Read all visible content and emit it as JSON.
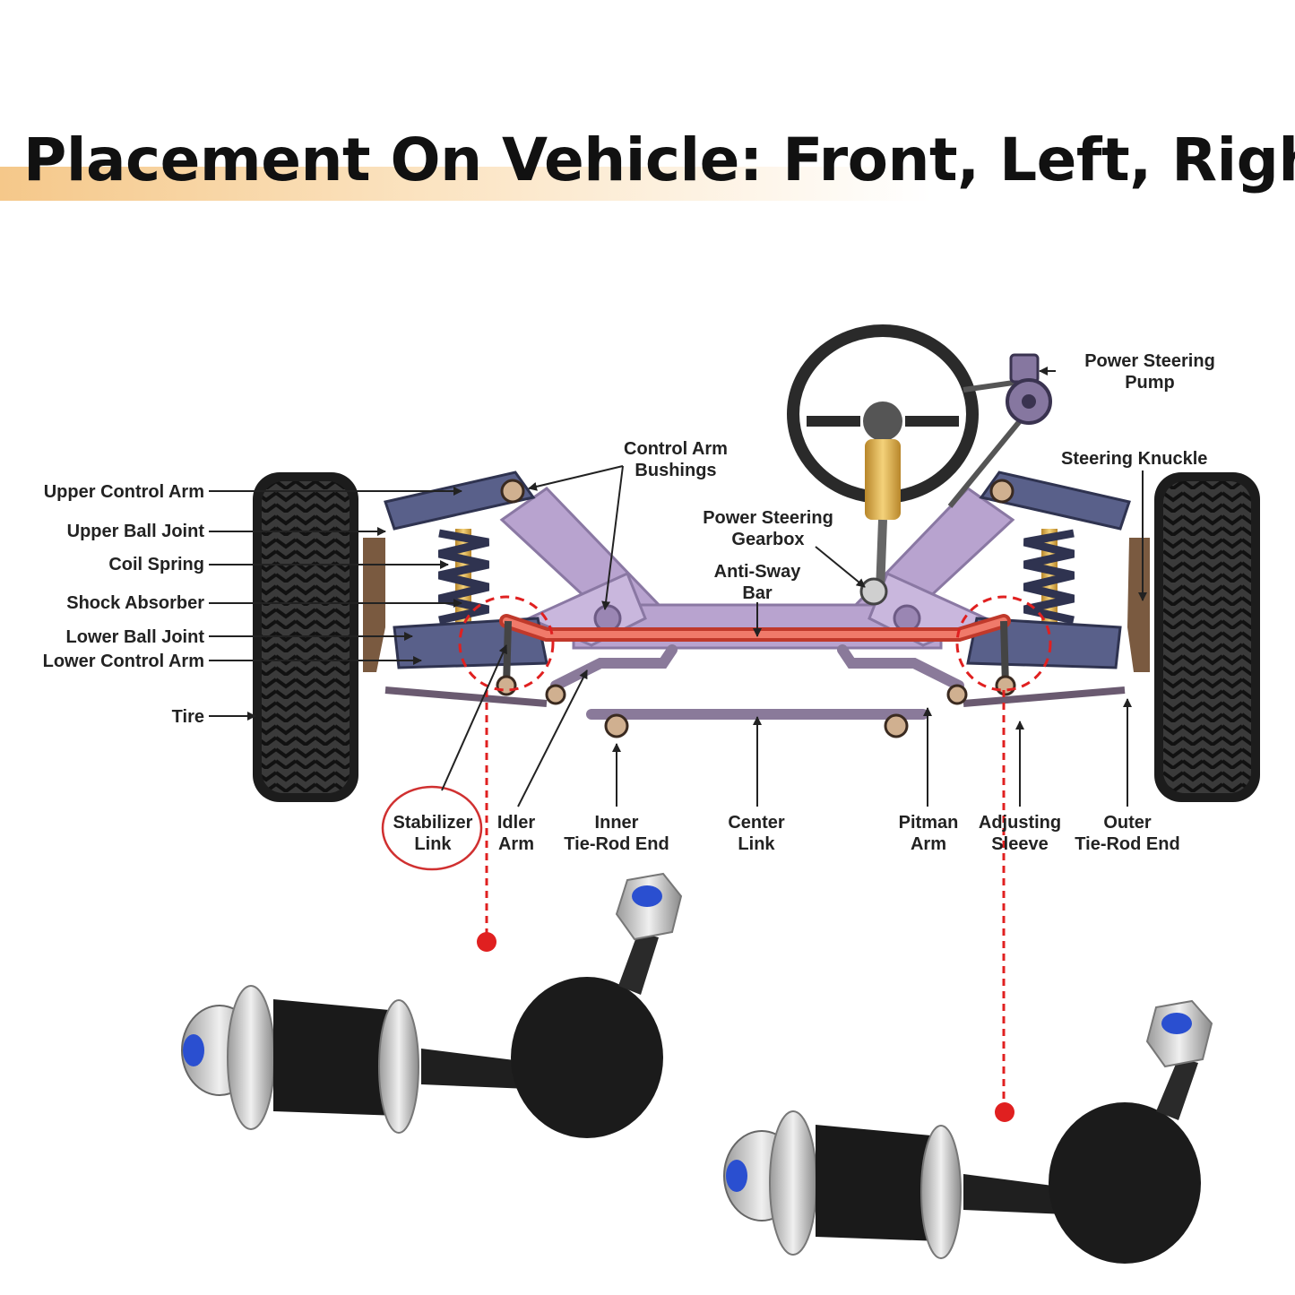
{
  "header": {
    "title": "Placement On Vehicle: Front, Left, Right"
  },
  "colors": {
    "banner": "#f5c88a",
    "frame": "#b8a3cf",
    "control_arm": "#59608a",
    "anti_sway_bar": "#e8574a",
    "highlight": "#e02020",
    "tire": "#2b2b2b",
    "shock": "#e0b040"
  },
  "labels": {
    "upper_control_arm": "Upper Control Arm",
    "upper_ball_joint": "Upper Ball Joint",
    "coil_spring": "Coil Spring",
    "shock_absorber": "Shock Absorber",
    "lower_ball_joint": "Lower Ball Joint",
    "lower_control_arm": "Lower Control Arm",
    "tire": "Tire",
    "control_arm_bushings": [
      "Control Arm",
      "Bushings"
    ],
    "power_steering_gearbox": [
      "Power Steering",
      "Gearbox"
    ],
    "anti_sway_bar": [
      "Anti-Sway",
      "Bar"
    ],
    "power_steering_pump": [
      "Power Steering",
      "Pump"
    ],
    "steering_knuckle": "Steering Knuckle",
    "stabilizer_link": [
      "Stabilizer",
      "Link"
    ],
    "idler_arm": [
      "Idler",
      "Arm"
    ],
    "inner_tie_rod_end": [
      "Inner",
      "Tie-Rod End"
    ],
    "center_link": [
      "Center",
      "Link"
    ],
    "pitman_arm": [
      "Pitman",
      "Arm"
    ],
    "adjusting_sleeve": [
      "Adjusting",
      "Sleeve"
    ],
    "outer_tie_rod_end": [
      "Outer",
      "Tie-Rod End"
    ]
  },
  "icons": [
    "steering-wheel-icon",
    "tire-icon",
    "coil-spring-icon",
    "stabilizer-link-part-icon"
  ]
}
